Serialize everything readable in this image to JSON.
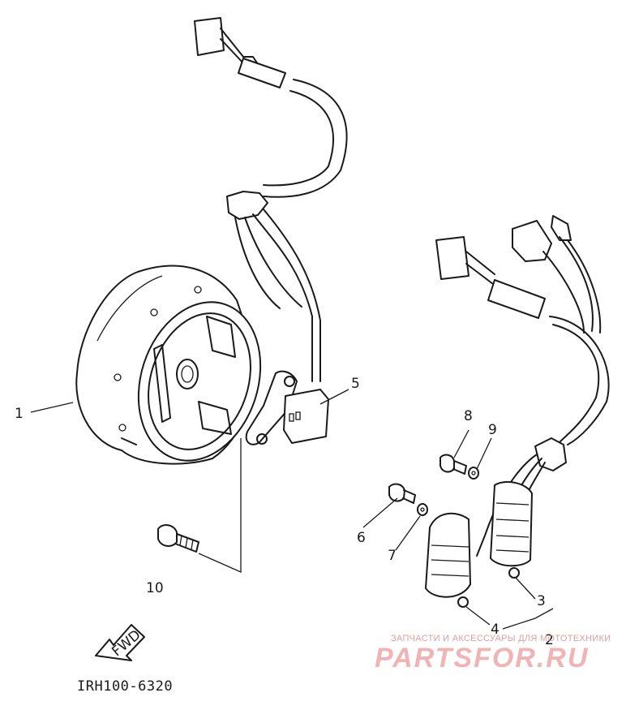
{
  "callouts": {
    "c1": "1",
    "c2": "2",
    "c3": "3",
    "c4": "4",
    "c5": "5",
    "c6": "6",
    "c7": "7",
    "c8": "8",
    "c9": "9",
    "c10": "10"
  },
  "fwd_label": "FWD",
  "diagram_code": "IRH100-6320",
  "watermark": {
    "tagline": "ЗАПЧАСТИ И АКСЕССУАРЫ ДЛЯ МОТОТЕХНИКИ",
    "brand": "PARTSFOR.RU"
  },
  "colors": {
    "line": "#1a1a1a",
    "watermark": "#f1b4b4"
  }
}
